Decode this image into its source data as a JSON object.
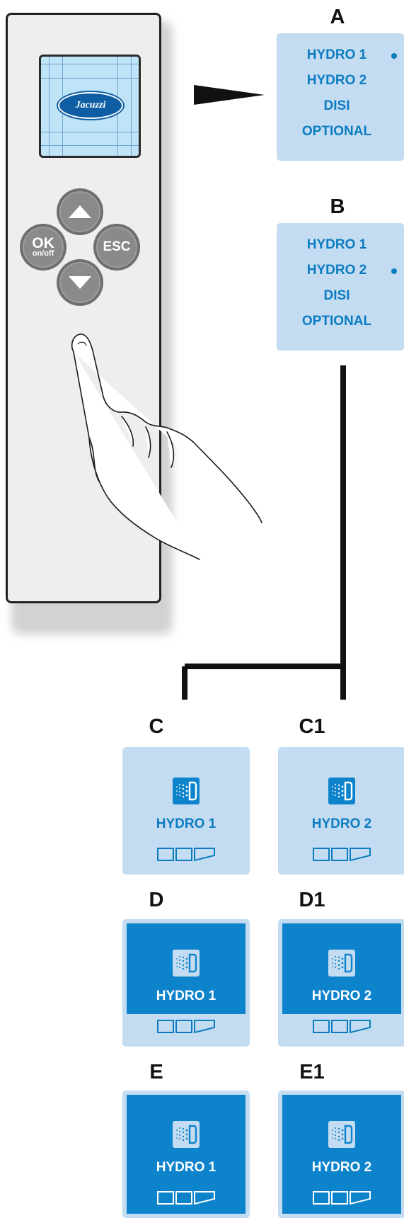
{
  "remote": {
    "logo_text": "Jacuzzi",
    "ok_label": "OK",
    "ok_sub_label": "on/off",
    "esc_label": "ESC"
  },
  "panels": {
    "a": {
      "letter": "A",
      "items": [
        "HYDRO 1",
        "HYDRO 2",
        "DISI",
        "OPTIONAL"
      ],
      "selected_index": 0
    },
    "b": {
      "letter": "B",
      "items": [
        "HYDRO 1",
        "HYDRO 2",
        "DISI",
        "OPTIONAL"
      ],
      "selected_index": 1
    }
  },
  "cards": [
    {
      "letter": "C",
      "label": "HYDRO 1",
      "style": "light"
    },
    {
      "letter": "C1",
      "label": "HYDRO 2",
      "style": "light"
    },
    {
      "letter": "D",
      "label": "HYDRO 1",
      "style": "dark-top"
    },
    {
      "letter": "D1",
      "label": "HYDRO 2",
      "style": "dark-top"
    },
    {
      "letter": "E",
      "label": "HYDRO 1",
      "style": "dark"
    },
    {
      "letter": "E1",
      "label": "HYDRO 2",
      "style": "dark"
    }
  ],
  "colors": {
    "light_blue": "#c4dcf1",
    "dark_blue": "#0d83cc",
    "text_blue": "#0b7cc1"
  },
  "icons": [
    "hydro-jet-icon",
    "level-indicator-icon",
    "up-arrow-icon",
    "down-arrow-icon",
    "pointing-hand-icon"
  ]
}
